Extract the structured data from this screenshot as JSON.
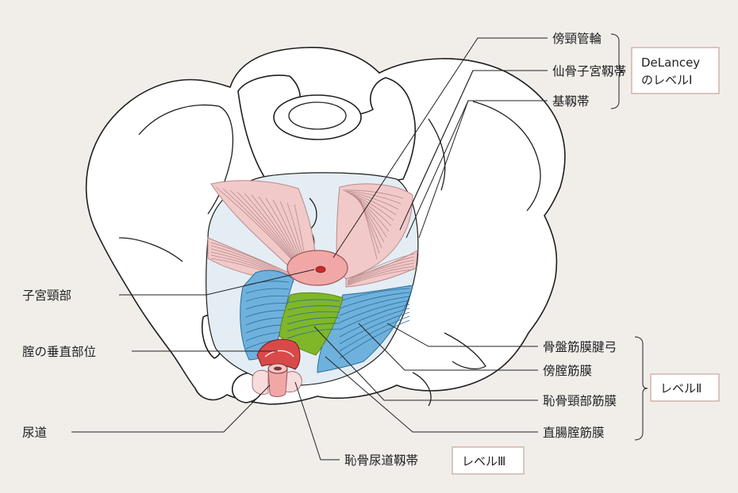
{
  "colors": {
    "background": "#f1eeea",
    "pelvic_inlet": "#e4edf4",
    "ligament_pink": "#f2c9c9",
    "cervix_pink": "#f2a7a7",
    "fascia_blue": "#6fb1dd",
    "rectovaginal_green": "#80b62a",
    "box_border": "#c9a49a"
  },
  "labels": {
    "paracervical_ring": "傍頸管輪",
    "sacrouterine_ligament": "仙骨子宮靱帯",
    "cardinal_ligament": "基靱帯",
    "cervix": "子宮頸部",
    "vagina_vertical": "腟の垂直部位",
    "urethra": "尿道",
    "arcus_tendineus": "骨盤筋膜腱弓",
    "paravaginal_fascia": "傍腟筋膜",
    "pubocervical_fascia": "恥骨頸部筋膜",
    "rectovaginal_fascia": "直腸腟筋膜",
    "pubourethral_ligament": "恥骨尿道靱帯"
  },
  "level_boxes": {
    "level1_line1": "DeLancey",
    "level1_line2": "のレベルⅠ",
    "level2": "レベルⅡ",
    "level3": "レベルⅢ"
  }
}
